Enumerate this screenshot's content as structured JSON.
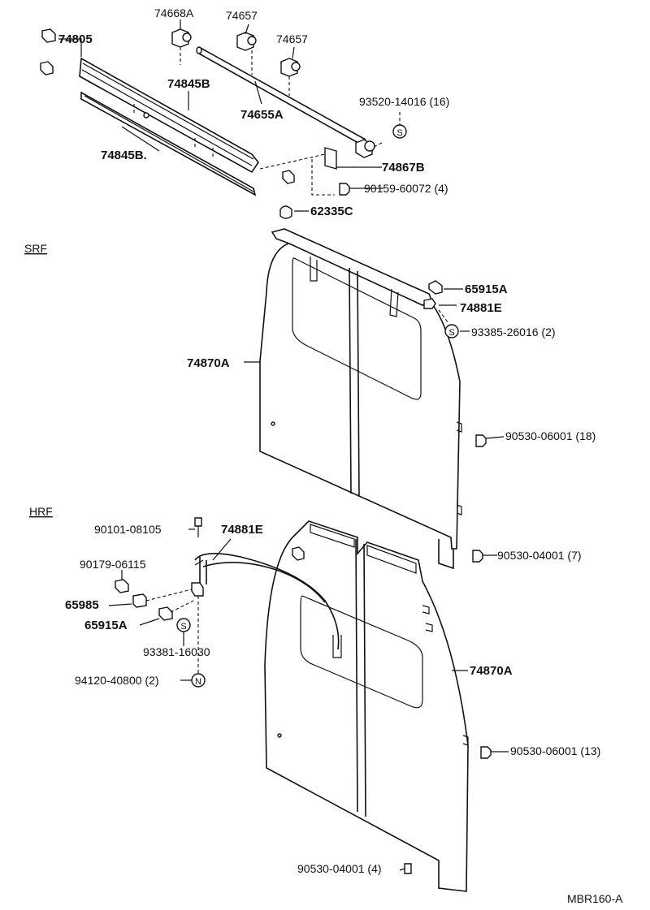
{
  "diagram": {
    "sections": {
      "srf": "SRF",
      "hrf": "HRF"
    },
    "code": "MBR160-A",
    "labels": {
      "p74668a": "74668A",
      "p74657a": "74657",
      "p74657b": "74657",
      "p74805": "74805",
      "p74845b_upper": "74845B",
      "p74655a": "74655A",
      "p93520": "93520-14016 (16)",
      "p74845b_lower": "74845B.",
      "p74867b": "74867B",
      "p90159": "90159-60072 (4)",
      "p62335c": "62335C",
      "p65915a_srf": "65915A",
      "p74881e_srf": "74881E",
      "p93385": "93385-26016 (2)",
      "p74870a_srf": "74870A",
      "p90530_06001_18": "90530-06001  (18)",
      "p90101": "90101-08105",
      "p74881e_hrf": "74881E",
      "p90530_04001_7": "90530-04001  (7)",
      "p90179": "90179-06115",
      "p65985": "65985",
      "p65915a_hrf": "65915A",
      "p93381": "93381-16030",
      "p94120": "94120-40800  (2)",
      "p74870a_hrf": "74870A",
      "p90530_06001_13": "90530-06001  (13)",
      "p90530_04001_4": "90530-04001  (4)"
    },
    "symbols": {
      "s": "S",
      "n": "N"
    }
  }
}
